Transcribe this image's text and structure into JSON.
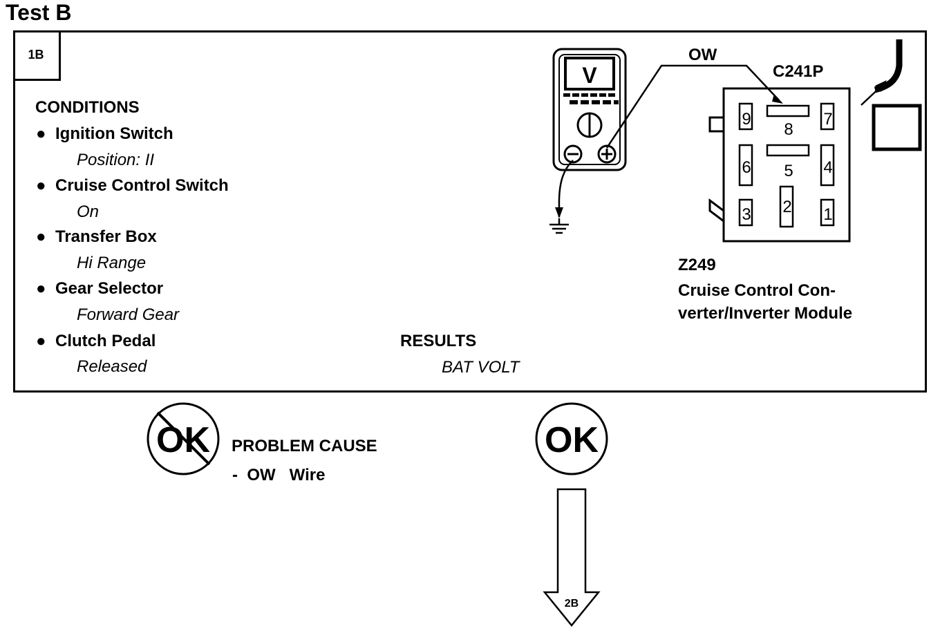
{
  "title": "Test B",
  "step_id": "1B",
  "conditions": {
    "heading": "CONDITIONS",
    "items": [
      {
        "label": "Ignition Switch",
        "value": "Position: II"
      },
      {
        "label": "Cruise Control Switch",
        "value": "On"
      },
      {
        "label": "Transfer Box",
        "value": "Hi Range"
      },
      {
        "label": "Gear Selector",
        "value": "Forward Gear"
      },
      {
        "label": "Clutch Pedal",
        "value": "Released"
      }
    ]
  },
  "results": {
    "heading": "RESULTS",
    "value": "BAT VOLT"
  },
  "meter": {
    "symbol": "V",
    "neg": "⊖",
    "pos": "⊕"
  },
  "wire_label": "OW",
  "connector": {
    "id": "C241P",
    "pins": [
      "9",
      "8",
      "7",
      "6",
      "5",
      "4",
      "3",
      "2",
      "1"
    ]
  },
  "module": {
    "code": "Z249",
    "name_line1": "Cruise Control Con-",
    "name_line2": "verter/Inverter Module"
  },
  "not_ok": {
    "symbol": "OK",
    "cause_heading": "PROBLEM CAUSE",
    "cause_item": "-  OW   Wire"
  },
  "ok": {
    "symbol": "OK",
    "next_step": "2B"
  },
  "colors": {
    "ink": "#000000",
    "paper": "#ffffff"
  }
}
